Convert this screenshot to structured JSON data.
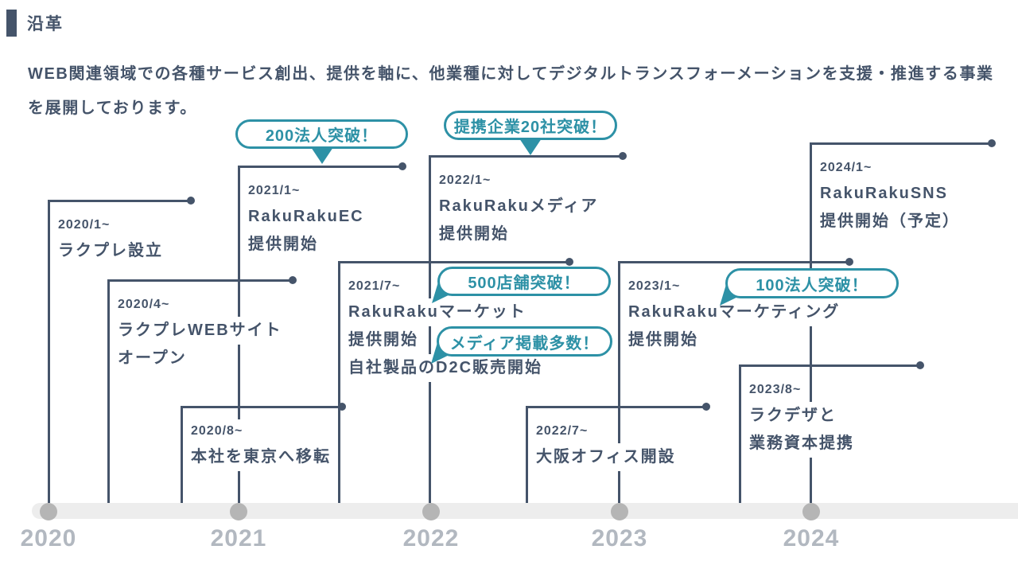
{
  "header": {
    "title": "沿革"
  },
  "intro": {
    "line1": "WEB関連領域での各種サービス創出、提供を軸に、他業種に対してデジタルトランスフォーメーションを支援・推進する事業",
    "line2": "を展開しております。"
  },
  "timeline": {
    "years": [
      "2020",
      "2021",
      "2022",
      "2023",
      "2024"
    ],
    "milestones": [
      {
        "date": "2020/1~",
        "lines": [
          "ラクプレ設立"
        ]
      },
      {
        "date": "2020/4~",
        "lines": [
          "ラクプレWEBサイト",
          "オープン"
        ]
      },
      {
        "date": "2020/8~",
        "lines": [
          "本社を東京へ移転"
        ]
      },
      {
        "date": "2021/1~",
        "lines": [
          "RakuRakuEC",
          "提供開始"
        ]
      },
      {
        "date": "2021/7~",
        "lines": [
          "RakuRakuマーケット",
          "提供開始",
          "自社製品のD2C販売開始"
        ]
      },
      {
        "date": "2022/1~",
        "lines": [
          "RakuRakuメディア",
          "提供開始"
        ]
      },
      {
        "date": "2022/7~",
        "lines": [
          "大阪オフィス開設"
        ]
      },
      {
        "date": "2023/1~",
        "lines": [
          "RakuRakuマーケティング",
          "提供開始"
        ]
      },
      {
        "date": "2023/8~",
        "lines": [
          "ラクデザと",
          "業務資本提携"
        ]
      },
      {
        "date": "2024/1~",
        "lines": [
          "RakuRakuSNS",
          "提供開始（予定）"
        ]
      }
    ],
    "badges": [
      {
        "label": "200法人突破！"
      },
      {
        "label": "提携企業20社突破！"
      },
      {
        "label": "500店舗突破！"
      },
      {
        "label": "メディア掲載多数！"
      },
      {
        "label": "100法人突破！"
      }
    ]
  },
  "colors": {
    "navy": "#45546A",
    "teal": "#2D91A6",
    "track": "#EDEDED",
    "tick": "#B5B5B5",
    "year_label": "#B2B8C0"
  }
}
